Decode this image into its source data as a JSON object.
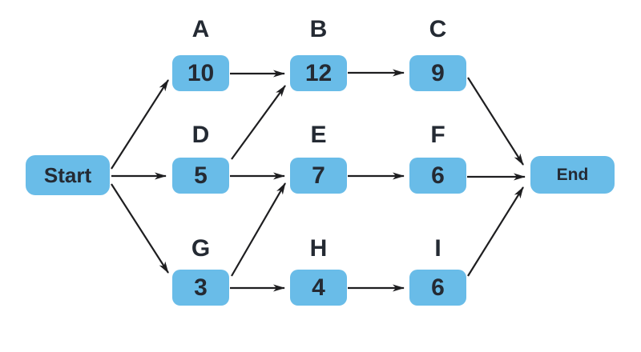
{
  "nodes": {
    "start": {
      "label": "Start"
    },
    "A": {
      "letter": "A",
      "value": "10"
    },
    "B": {
      "letter": "B",
      "value": "12"
    },
    "C": {
      "letter": "C",
      "value": "9"
    },
    "D": {
      "letter": "D",
      "value": "5"
    },
    "E": {
      "letter": "E",
      "value": "7"
    },
    "F": {
      "letter": "F",
      "value": "6"
    },
    "G": {
      "letter": "G",
      "value": "3"
    },
    "H": {
      "letter": "H",
      "value": "4"
    },
    "I": {
      "letter": "I",
      "value": "6"
    },
    "end": {
      "label": "End"
    }
  },
  "edges": [
    {
      "from": "start",
      "to": "A"
    },
    {
      "from": "start",
      "to": "D"
    },
    {
      "from": "start",
      "to": "G"
    },
    {
      "from": "A",
      "to": "B"
    },
    {
      "from": "D",
      "to": "B"
    },
    {
      "from": "B",
      "to": "C"
    },
    {
      "from": "C",
      "to": "end"
    },
    {
      "from": "D",
      "to": "E"
    },
    {
      "from": "G",
      "to": "E"
    },
    {
      "from": "E",
      "to": "F"
    },
    {
      "from": "F",
      "to": "end"
    },
    {
      "from": "G",
      "to": "H"
    },
    {
      "from": "H",
      "to": "I"
    },
    {
      "from": "I",
      "to": "end"
    }
  ],
  "colors": {
    "node_fill": "#69BCE8",
    "node_text": "#242A33",
    "arrow": "#1E1E20",
    "background": "#FFFFFF"
  }
}
